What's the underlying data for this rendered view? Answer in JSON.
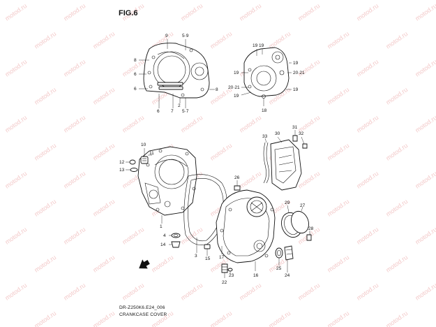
{
  "figure_label": "FIG.6",
  "caption": {
    "code": "DR-Z250K6.E24_006",
    "title": "CRANKCASE COVER"
  },
  "watermark_text": "motod.ru",
  "part_numbers": {
    "p9": "9",
    "p59": "5·9",
    "p8a": "8",
    "p6a": "6",
    "p6b": "6",
    "p8b": "8",
    "p6c": "6",
    "p7": "7",
    "p2": "2",
    "p57": "5·7",
    "p19a": "19",
    "p19b": "19",
    "p19c": "19",
    "p19d": "19",
    "p19e": "19",
    "p19f": "19",
    "p2021a": "20·21",
    "p2021b": "20·21",
    "p18": "18",
    "p10": "10",
    "p11": "11",
    "p12": "12",
    "p13": "13",
    "p33": "33",
    "p30": "30",
    "p31": "31",
    "p32": "32",
    "p26": "26",
    "p29": "29",
    "p27": "27",
    "p28": "28",
    "p1": "1",
    "p4": "4",
    "p14": "14",
    "p3": "3",
    "p15": "15",
    "p17": "17",
    "p23": "23",
    "p22": "22",
    "p16": "16",
    "p25": "25",
    "p24": "24"
  }
}
